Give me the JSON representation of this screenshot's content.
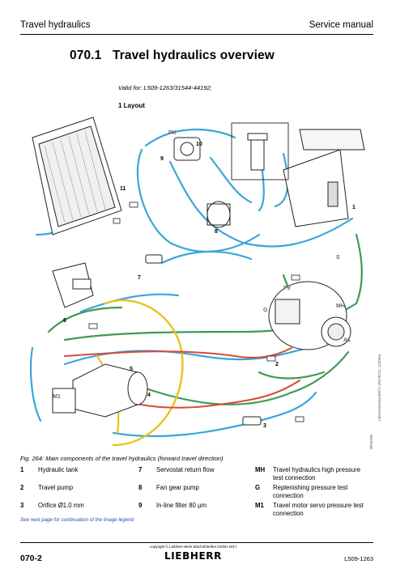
{
  "header": {
    "chapter": "Travel hydraulics",
    "manual": "Service manual"
  },
  "section": {
    "number": "070.1",
    "title": "Travel hydraulics overview"
  },
  "valid_for": "Valid for: L509-1263/31544-44192;",
  "layout_heading": "1 Layout",
  "figure": {
    "callouts": [
      "1",
      "2",
      "3",
      "4",
      "5",
      "6",
      "7",
      "8",
      "9",
      "10",
      "11",
      "PK",
      "MH",
      "G",
      "M1",
      "A1",
      "S"
    ],
    "side_code": "LBH/11631/84495/71-20170712_1150/en",
    "drawing_code": "dPn0798"
  },
  "caption": "Fig. 264: Main components of the travel hydraulics (forward travel direction)",
  "legend": [
    {
      "num": "1",
      "text": "Hydraulic tank"
    },
    {
      "num": "7",
      "text": "Servostat return flow"
    },
    {
      "num": "MH",
      "text": "Travel hydraulics high pressure test connection"
    },
    {
      "num": "2",
      "text": "Travel pump"
    },
    {
      "num": "8",
      "text": "Fan gear pump"
    },
    {
      "num": "G",
      "text": "Replenishing pressure test connection"
    },
    {
      "num": "3",
      "text": "Orifice Ø1.0 mm"
    },
    {
      "num": "9",
      "text": "In-line filter 80 µm"
    },
    {
      "num": "M1",
      "text": "Travel motor servo pressure test connection"
    }
  ],
  "legend_note": "See next page for continuation of the image legend",
  "footer": {
    "page": "070-2",
    "copyright": "copyright © Liebherr-Werk Bischofshofen GmbH 2017",
    "brand": "LIEBHERR",
    "model": "L509-1263"
  },
  "colors": {
    "line_blue": "#3aa6d8",
    "line_green": "#3f9a55",
    "line_yellow": "#e8c21c",
    "line_red": "#d64a3a",
    "link_blue": "#2c47b4"
  }
}
